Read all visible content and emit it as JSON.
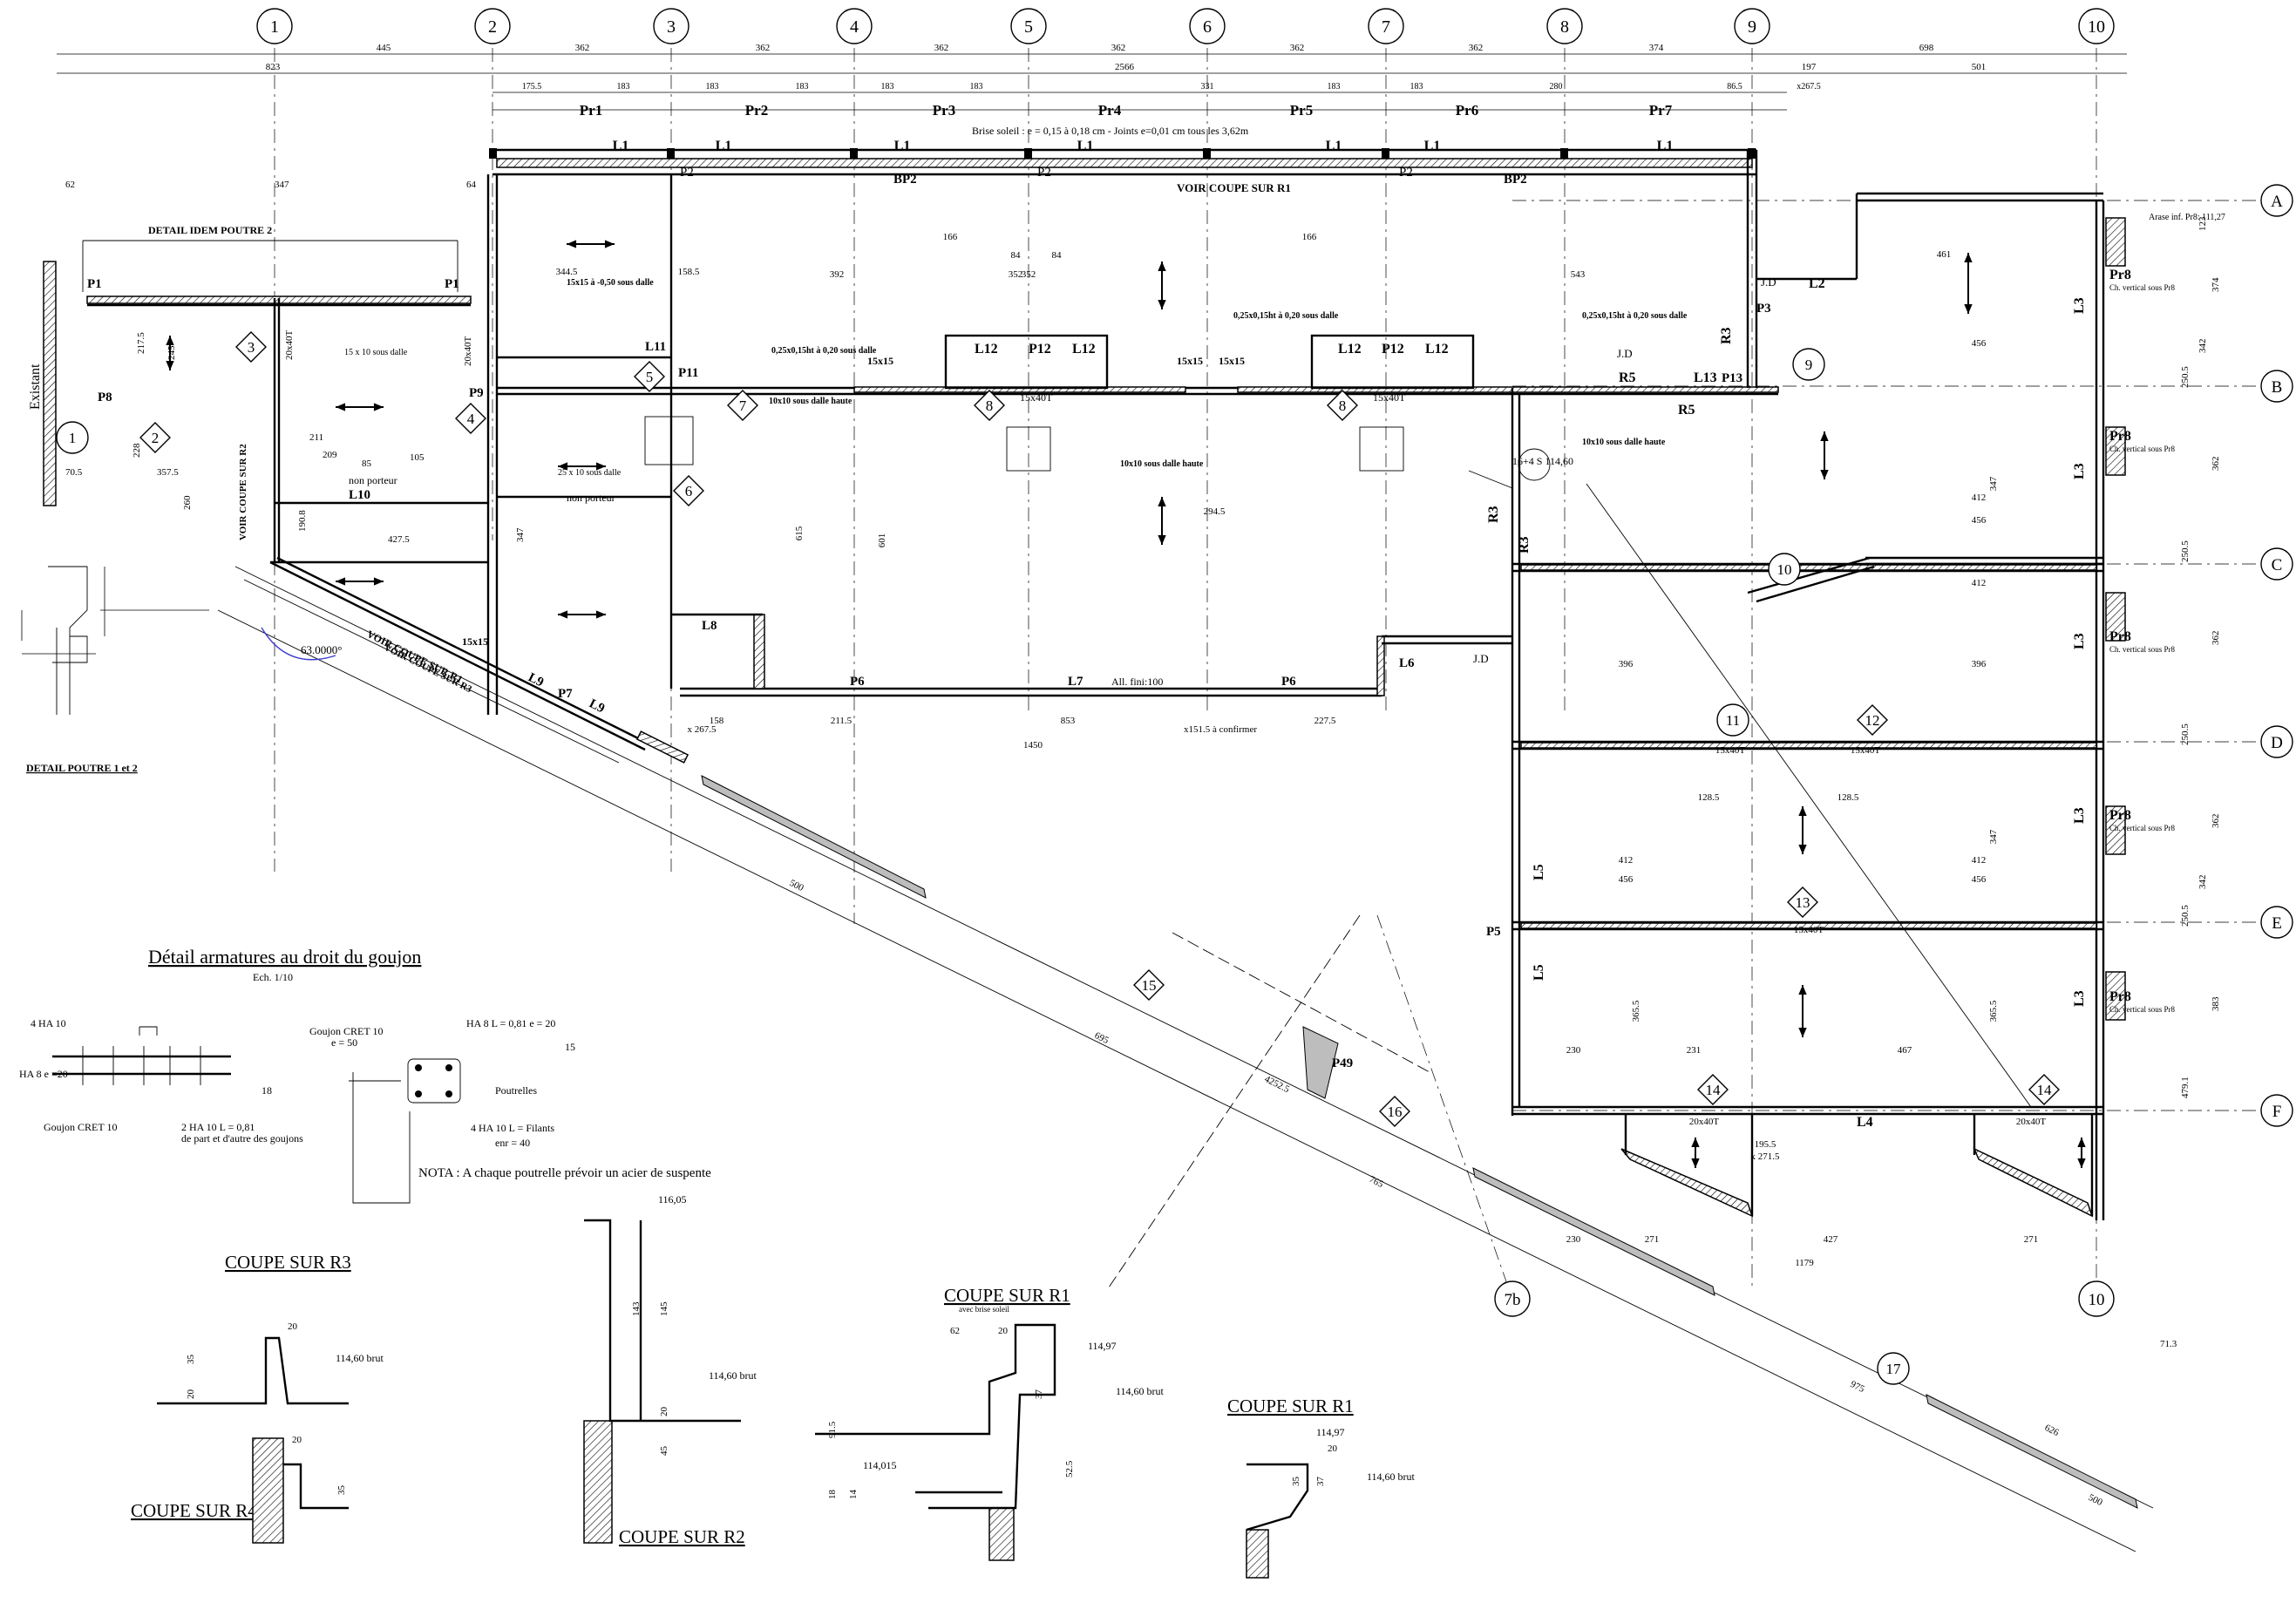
{
  "grid": {
    "columns": [
      "1",
      "2",
      "3",
      "4",
      "5",
      "6",
      "7",
      "8",
      "9",
      "10"
    ],
    "rows": [
      "A",
      "B",
      "C",
      "D",
      "E",
      "F"
    ],
    "col_bottom": [
      "7b",
      "10"
    ]
  },
  "top_dims": {
    "row1": [
      "445",
      "362",
      "362",
      "362",
      "362",
      "362",
      "362",
      "374",
      "698"
    ],
    "overall": [
      "823",
      "2566",
      "197",
      "501"
    ],
    "row3": [
      "175.5",
      "183",
      "183",
      "183",
      "183",
      "183",
      "331",
      "183",
      "183",
      "280",
      "86.5",
      "x267.5"
    ]
  },
  "beams": {
    "pr": [
      "Pr1",
      "Pr2",
      "Pr3",
      "Pr4",
      "Pr5",
      "Pr6",
      "Pr7"
    ],
    "lintels_top": [
      "L1",
      "L1",
      "L1",
      "L1",
      "L1",
      "L1"
    ],
    "brise_soleil": "Brise soleil : e = 0,15 à 0,18 cm - Joints e=0,01 cm tous les 3,62m",
    "voir_coupe_r1": "VOIR COUPE SUR R1",
    "bp2": [
      "BP2",
      "BP2"
    ],
    "p2": [
      "P2",
      "P2",
      "P2"
    ]
  },
  "left_zone": {
    "existant": "Existant",
    "detail_idem": "DETAIL IDEM POUTRE 2",
    "p1": [
      "P1",
      "P1"
    ],
    "p8": "P8",
    "p9": "P9",
    "l10": "L10",
    "non_porteur": "non porteur",
    "voir_coupe_r2": "VOIR COUPE SUR R2",
    "voir_coupe_r3": "VOIR COUPE SUR R3",
    "detail_poutre": "DETAIL POUTRE 1 et 2",
    "angle": "63.0000°",
    "slab_note": "15 x 10 sous dalle",
    "dims": [
      "62",
      "347",
      "64",
      "70.5",
      "357.5",
      "217.5",
      "245",
      "228",
      "20x40T",
      "209",
      "85",
      "105",
      "211",
      "427.5",
      "347",
      "260",
      "190.8",
      "20x40T"
    ]
  },
  "center_zone": {
    "l11": "L11",
    "p11": "P11",
    "l12": [
      "L12",
      "P12",
      "L12",
      "L12",
      "P12",
      "L12"
    ],
    "l9": [
      "L9",
      "L9",
      "P7"
    ],
    "l8": "L8",
    "l7": "L7",
    "l6": "L6",
    "p6": [
      "P6",
      "P6"
    ],
    "all_fini": "All. fini:100",
    "dims": [
      "344.5",
      "158.5",
      "392",
      "352",
      "543",
      "166",
      "84",
      "84",
      "352",
      "166",
      "615",
      "601",
      "853",
      "294.5",
      "227.5",
      "211.5",
      "158",
      "1450",
      "x151.5 à confirmer",
      "x 267.5"
    ],
    "notes": [
      "0,25x0,15ht à 0,20 sous dalle",
      "0,25x0,15ht à 0,20 sous dalle",
      "0,25x0,15ht à 0,20 sous dalle",
      "15x15 à -0,50 sous dalle",
      "10x10 sous dalle haute",
      "10x10 sous dalle haute",
      "10x10 sous dalle haute",
      "25 x 10 sous dalle"
    ],
    "posts": [
      "15x40T",
      "15x40T",
      "15x15",
      "15x15",
      "15x15",
      "15x15"
    ]
  },
  "right_zone": {
    "lintels": [
      "L2",
      "L3",
      "L3",
      "L3",
      "L3",
      "L3",
      "L4",
      "L5",
      "L5",
      "L13"
    ],
    "posts": [
      "P3",
      "P5",
      "P13"
    ],
    "rsets": [
      "R3",
      "R3",
      "R3",
      "R5",
      "R5"
    ],
    "pr8": [
      "Pr8",
      "Pr8",
      "Pr8",
      "Pr8",
      "Pr8"
    ],
    "pr8_note": "Ch. vertical sous Pr8",
    "jd": [
      "J.D",
      "J.D",
      "J.D"
    ],
    "level": "16+4  S 114,60",
    "arase": "Arase inf. Pr8: 111,27",
    "dims": [
      "461",
      "456",
      "412",
      "456",
      "412",
      "396",
      "396",
      "412",
      "456",
      "412",
      "456",
      "230",
      "231",
      "467",
      "230",
      "271",
      "427",
      "271",
      "1179",
      "347",
      "347",
      "365.5",
      "365.5",
      "128.5",
      "128.5",
      "15x40T",
      "15x40T",
      "15x40T",
      "20x40T",
      "20x40T",
      "195.5",
      "x 271.5"
    ],
    "right_dims": [
      "123",
      "374",
      "342",
      "362",
      "362",
      "342",
      "362",
      "383",
      "250.5",
      "250.5",
      "250.5",
      "250.5",
      "479.1",
      "71.3"
    ]
  },
  "tags": [
    "1",
    "2",
    "3",
    "4",
    "5",
    "6",
    "7",
    "8",
    "8",
    "9",
    "10",
    "11",
    "12",
    "13",
    "14",
    "14",
    "15",
    "16",
    "17"
  ],
  "diagonal": {
    "voir_coupe_r1": "VOIR COUPE SUR R1",
    "p49": "P49",
    "dims": [
      "500",
      "695",
      "4252.5",
      "765",
      "975",
      "626",
      "500"
    ]
  },
  "detail_goujon": {
    "title": "Détail  armatures au droit du goujon",
    "scale": "Ech. 1/10",
    "labels": [
      "4 HA 10",
      "HA 8 e =20",
      "Goujon CRET 10",
      "2 HA 10 L = 0,81",
      "de part et d'autre des goujons",
      "Goujon CRET 10",
      "e = 50",
      "HA 8 L = 0,81 e = 20",
      "Poutrelles",
      "4 HA 10 L = Filants",
      "enr = 40",
      "15",
      "18"
    ],
    "nota": "NOTA : A chaque poutrelle prévoir un acier de suspente"
  },
  "sections": {
    "r3": "COUPE SUR R3",
    "r4": "COUPE SUR R4",
    "r2": "COUPE SUR R2",
    "r1": "COUPE SUR R1",
    "r1_sub": "avec brise soleil",
    "r1b": "COUPE SUR R1",
    "levels": [
      "114,60 brut",
      "116,05",
      "114,60 brut",
      "114,97",
      "114,60 brut",
      "114,015",
      "114,97",
      "114,60 brut"
    ],
    "dims": [
      "35",
      "20",
      "20",
      "20",
      "35",
      "145",
      "143",
      "20",
      "45",
      "62",
      "20",
      "91.5",
      "52.5",
      "37",
      "18",
      "14",
      "35",
      "37",
      "20"
    ]
  }
}
